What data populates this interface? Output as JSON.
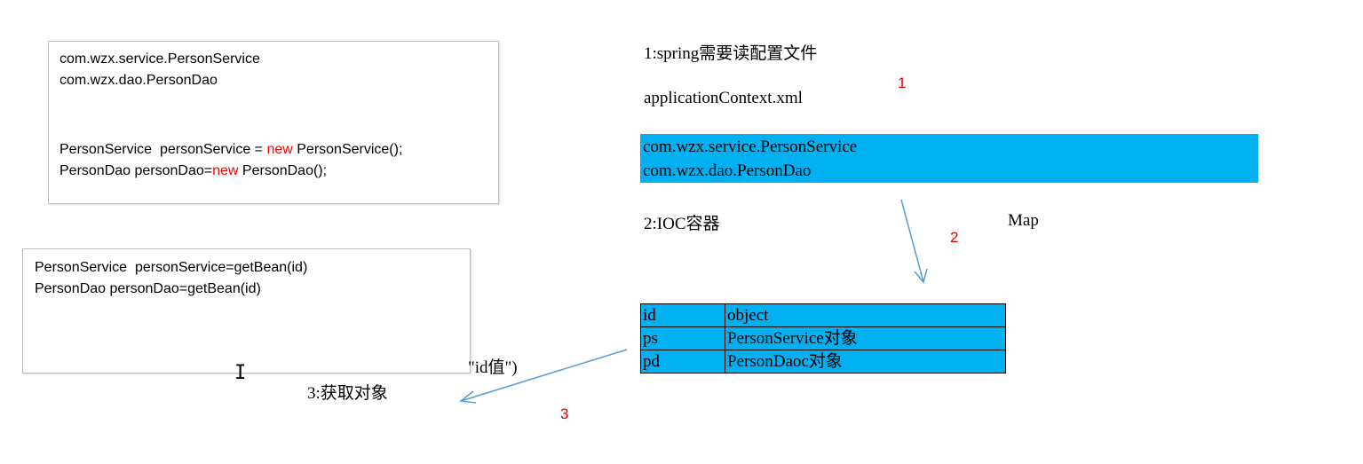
{
  "box1": {
    "line1": "com.wzx.service.PersonService",
    "line2": "com.wzx.dao.PersonDao",
    "line3_pre": "PersonService  personService = ",
    "line3_kw": "new",
    "line3_post": " PersonService();",
    "line4_pre": "PersonDao personDao=",
    "line4_kw": "new",
    "line4_post": " PersonDao();"
  },
  "box2": {
    "line1": "PersonService  personService=getBean(id)",
    "line2": "PersonDao personDao=getBean(id)"
  },
  "id_value_text": "\"id值\")",
  "step3_label": "3:获取对象",
  "step1_label": "1:spring需要读配置文件",
  "config_file": "applicationContext.xml",
  "config_classes": [
    "com.wzx.service.PersonService",
    "com.wzx.dao.PersonDao"
  ],
  "step2_label": "2:IOC容器",
  "map_label": "Map",
  "numbers": {
    "n1": "1",
    "n2": "2",
    "n3": "3"
  },
  "map_table": {
    "header": [
      "id",
      "object"
    ],
    "rows": [
      [
        "ps",
        "PersonService对象"
      ],
      [
        "pd",
        "PersonDaoc对象"
      ]
    ]
  },
  "colors": {
    "highlight": "#00b0f0",
    "keyword": "#ff0000",
    "step_number": "#e00000",
    "arrow": "#5b9bd5"
  }
}
